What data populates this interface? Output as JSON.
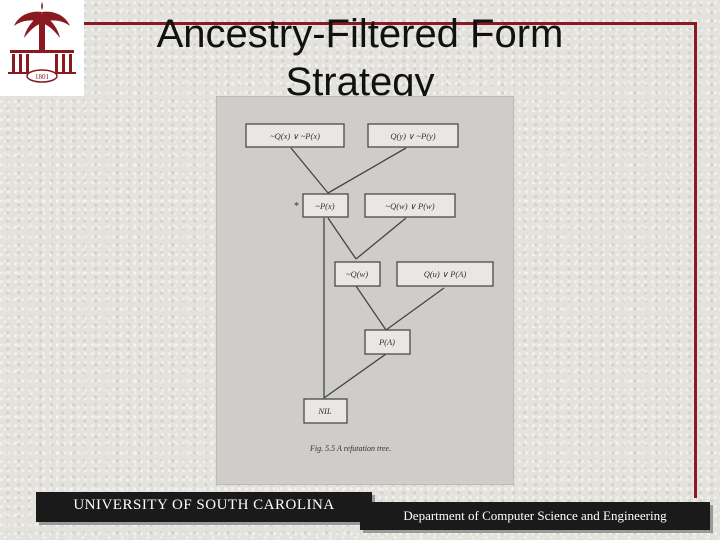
{
  "slide": {
    "title": "Ancestry-Filtered Form Strategy"
  },
  "logo": {
    "year": "1801",
    "colors": {
      "primary": "#8a1a22"
    }
  },
  "figure": {
    "caption": "Fig. 5.5 A refutation tree.",
    "marker": "*",
    "nodes": {
      "n1": "~Q(x) ∨ ~P(x)",
      "n2": "Q(y) ∨ ~P(y)",
      "n3": "~P(x)",
      "n4": "~Q(w) ∨ P(w)",
      "n5": "~Q(w)",
      "n6": "Q(u) ∨ P(A)",
      "n7": "P(A)",
      "n8": "NIL"
    }
  },
  "footer": {
    "left": "UNIVERSITY OF SOUTH CAROLINA",
    "right": "Department of Computer Science and Engineering"
  }
}
